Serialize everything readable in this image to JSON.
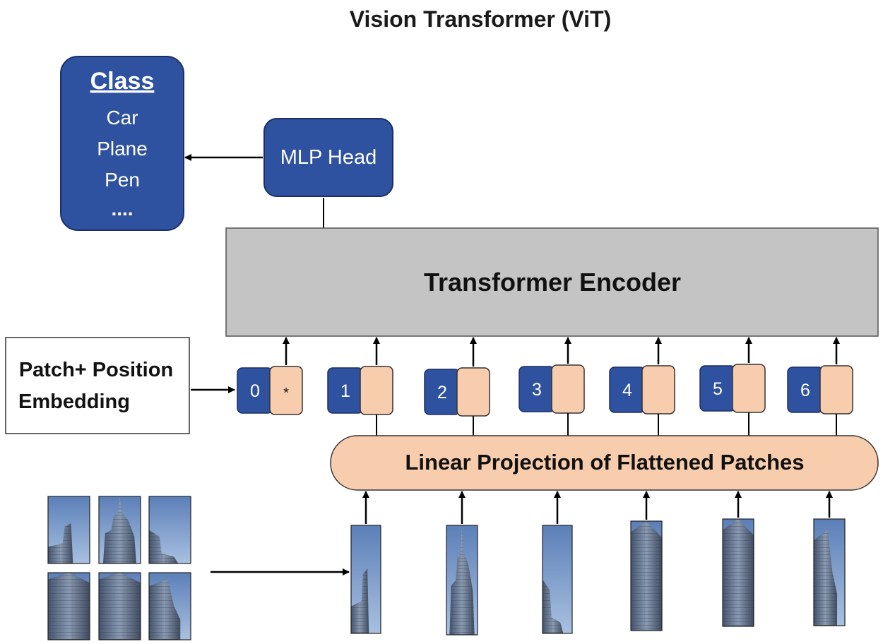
{
  "title": "Vision Transformer (ViT)",
  "class_box": {
    "heading": "Class",
    "items": [
      "Car",
      "Plane",
      "Pen",
      "...."
    ]
  },
  "mlp_head": "MLP Head",
  "encoder": "Transformer Encoder",
  "embedding_box": {
    "line1": "Patch+ Position",
    "line2": "Embedding"
  },
  "tokens": [
    {
      "index": "0",
      "mark": "*"
    },
    {
      "index": "1",
      "mark": ""
    },
    {
      "index": "2",
      "mark": ""
    },
    {
      "index": "3",
      "mark": ""
    },
    {
      "index": "4",
      "mark": ""
    },
    {
      "index": "5",
      "mark": ""
    },
    {
      "index": "6",
      "mark": ""
    }
  ],
  "projection": "Linear Projection of Flattened Patches",
  "colors": {
    "blue": "#2F52A0",
    "peach": "#F8CDAE",
    "gray": "#C4C4C4",
    "outline": "#333333"
  }
}
